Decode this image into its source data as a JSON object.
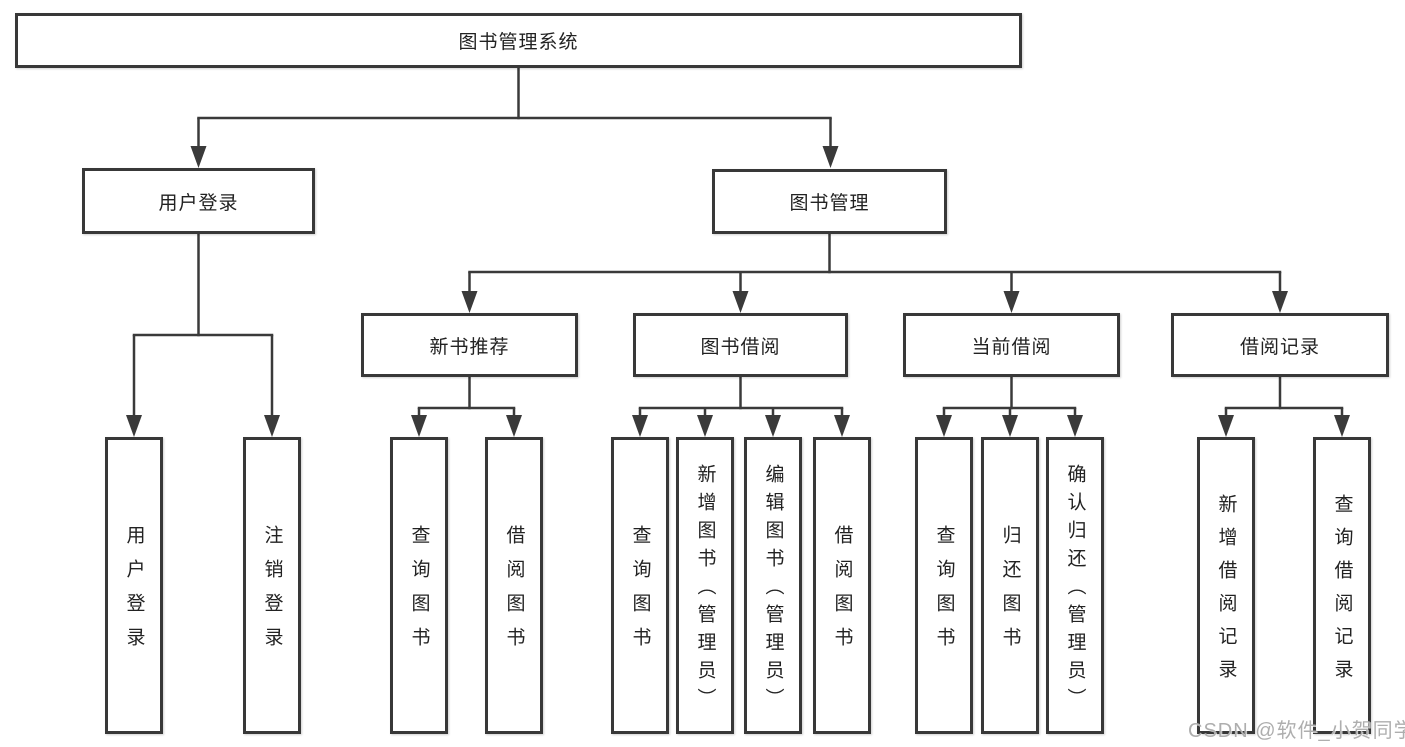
{
  "nodes": {
    "root": {
      "label": "图书管理系统"
    },
    "user_login": {
      "label": "用户登录"
    },
    "book_mgmt": {
      "label": "图书管理"
    },
    "login": {
      "label": "用户登录"
    },
    "logout": {
      "label": "注销登录"
    },
    "new_books": {
      "label": "新书推荐"
    },
    "book_borrow": {
      "label": "图书借阅"
    },
    "current_borrow": {
      "label": "当前借阅"
    },
    "borrow_records": {
      "label": "借阅记录"
    },
    "nb_query": {
      "label": "查询图书"
    },
    "nb_borrow": {
      "label": "借阅图书"
    },
    "bw_query": {
      "label": "查询图书"
    },
    "bw_add": {
      "label": "新增图书（管理员）"
    },
    "bw_edit": {
      "label": "编辑图书（管理员）"
    },
    "bw_borrow": {
      "label": "借阅图书"
    },
    "cu_query": {
      "label": "查询图书"
    },
    "cu_return": {
      "label": "归还图书"
    },
    "cu_confirm": {
      "label": "确认归还（管理员）"
    },
    "rc_add": {
      "label": "新增借阅记录"
    },
    "rc_query": {
      "label": "查询借阅记录"
    }
  },
  "structure": {
    "图书管理系统": {
      "用户登录": [
        "用户登录",
        "注销登录"
      ],
      "图书管理": {
        "新书推荐": [
          "查询图书",
          "借阅图书"
        ],
        "图书借阅": [
          "查询图书",
          "新增图书（管理员）",
          "编辑图书（管理员）",
          "借阅图书"
        ],
        "当前借阅": [
          "查询图书",
          "归还图书",
          "确认归还（管理员）"
        ],
        "借阅记录": [
          "新增借阅记录",
          "查询借阅记录"
        ]
      }
    }
  },
  "colors": {
    "line": "#3a3a3a",
    "border": "#383838",
    "text": "#222222",
    "watermark": "#aeaeae",
    "background": "#ffffff"
  },
  "watermark": "CSDN @软件_小贺同学"
}
